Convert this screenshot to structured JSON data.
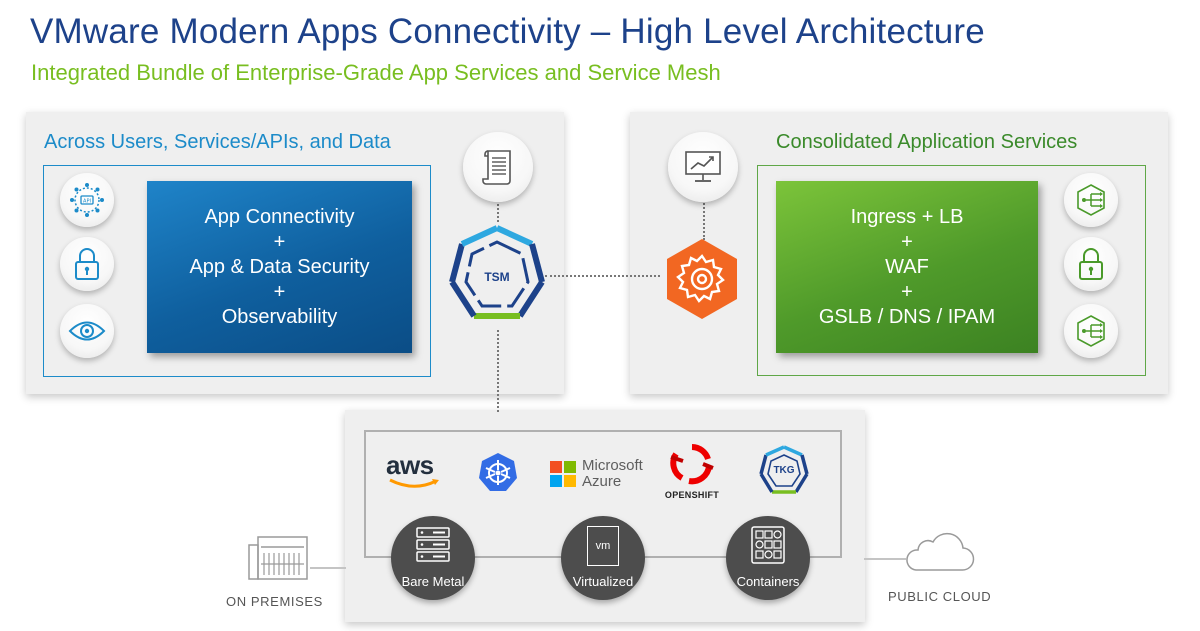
{
  "header": {
    "title": "VMware Modern Apps Connectivity – High Level Architecture",
    "subtitle": "Integrated Bundle of Enterprise-Grade App Services and Service Mesh"
  },
  "left_panel": {
    "label": "Across Users, Services/APIs, and Data",
    "box_lines": [
      "App Connectivity",
      "+",
      "App & Data Security",
      "+",
      "Observability"
    ],
    "icons": [
      "api-network-icon",
      "padlock-icon",
      "eye-icon"
    ]
  },
  "right_panel": {
    "label": "Consolidated Application Services",
    "box_lines": [
      "Ingress + LB",
      "+",
      "WAF",
      "+",
      "GSLB / DNS / IPAM"
    ],
    "icons": [
      "routing-icon",
      "padlock-icon",
      "routing-icon"
    ]
  },
  "center": {
    "tsm_label": "TSM",
    "document_icon": "document-scroll-icon",
    "analytics_icon": "monitor-chart-icon",
    "avi_icon": "gear-hexagon-icon"
  },
  "platforms": {
    "aws": "aws",
    "kubernetes": "kubernetes-icon",
    "azure_line1": "Microsoft",
    "azure_line2": "Azure",
    "openshift": "OPENSHIFT",
    "tkg": "TKG"
  },
  "infrastructure": {
    "bare_metal": "Bare Metal",
    "virtualized": "Virtualized",
    "virtualized_glyph": "vm",
    "containers": "Containers"
  },
  "locations": {
    "on_premises": "ON PREMISES",
    "public_cloud": "PUBLIC CLOUD"
  },
  "colors": {
    "title": "#1d428a",
    "subtitle": "#78be20",
    "blue_accent": "#1c8bc9",
    "green_accent": "#5fa747",
    "avi_orange": "#f26722",
    "openshift_red": "#ee0000",
    "aws_orange": "#ff9900"
  }
}
